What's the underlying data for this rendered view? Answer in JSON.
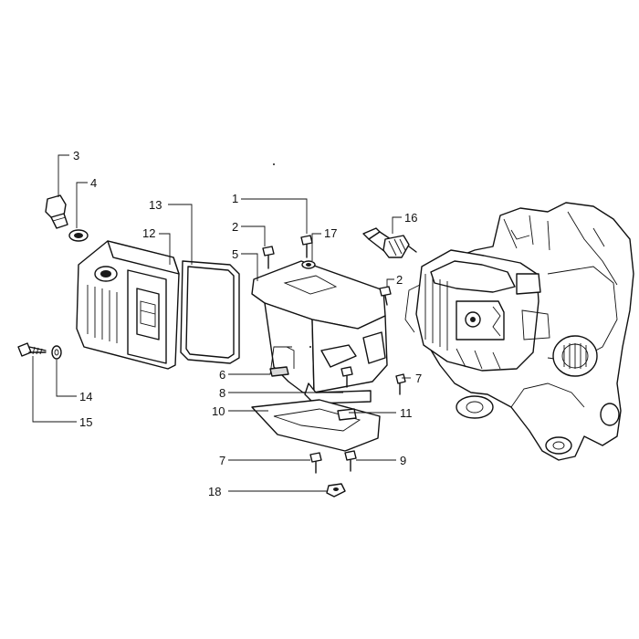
{
  "callouts": [
    {
      "id": "c1",
      "label": "1"
    },
    {
      "id": "c2a",
      "label": "2"
    },
    {
      "id": "c2b",
      "label": "2"
    },
    {
      "id": "c3",
      "label": "3"
    },
    {
      "id": "c4",
      "label": "4"
    },
    {
      "id": "c5",
      "label": "5"
    },
    {
      "id": "c6",
      "label": "6"
    },
    {
      "id": "c7a",
      "label": "7"
    },
    {
      "id": "c7b",
      "label": "7"
    },
    {
      "id": "c8",
      "label": "8"
    },
    {
      "id": "c9",
      "label": "9"
    },
    {
      "id": "c10",
      "label": "10"
    },
    {
      "id": "c11",
      "label": "11"
    },
    {
      "id": "c12",
      "label": "12"
    },
    {
      "id": "c13",
      "label": "13"
    },
    {
      "id": "c14",
      "label": "14"
    },
    {
      "id": "c15",
      "label": "15"
    },
    {
      "id": "c16",
      "label": "16"
    },
    {
      "id": "c17",
      "label": "17"
    },
    {
      "id": "c18",
      "label": "18"
    }
  ]
}
